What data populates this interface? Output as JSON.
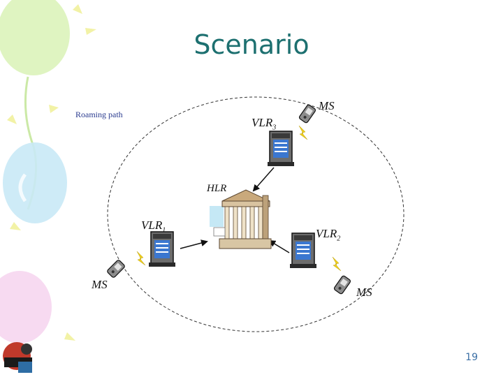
{
  "slide": {
    "title": "Scenario",
    "page_number": "19",
    "caption": "Roaming path"
  },
  "nodes": {
    "hlr": {
      "label": "HLR"
    },
    "vlr1": {
      "label": "VLR",
      "subscript": "1"
    },
    "vlr2": {
      "label": "VLR",
      "subscript": "2"
    },
    "vlr3": {
      "label": "VLR",
      "subscript": "3"
    },
    "ms_top": {
      "label": "MS"
    },
    "ms_left": {
      "label": "MS"
    },
    "ms_right": {
      "label": "MS"
    }
  },
  "colors": {
    "title": "#1d7070",
    "page_number": "#3a6fa5",
    "caption": "#2a3b8f",
    "server_body": "#6d6d6d",
    "server_screen": "#3b77d0",
    "lightning": "#f0d01e"
  }
}
